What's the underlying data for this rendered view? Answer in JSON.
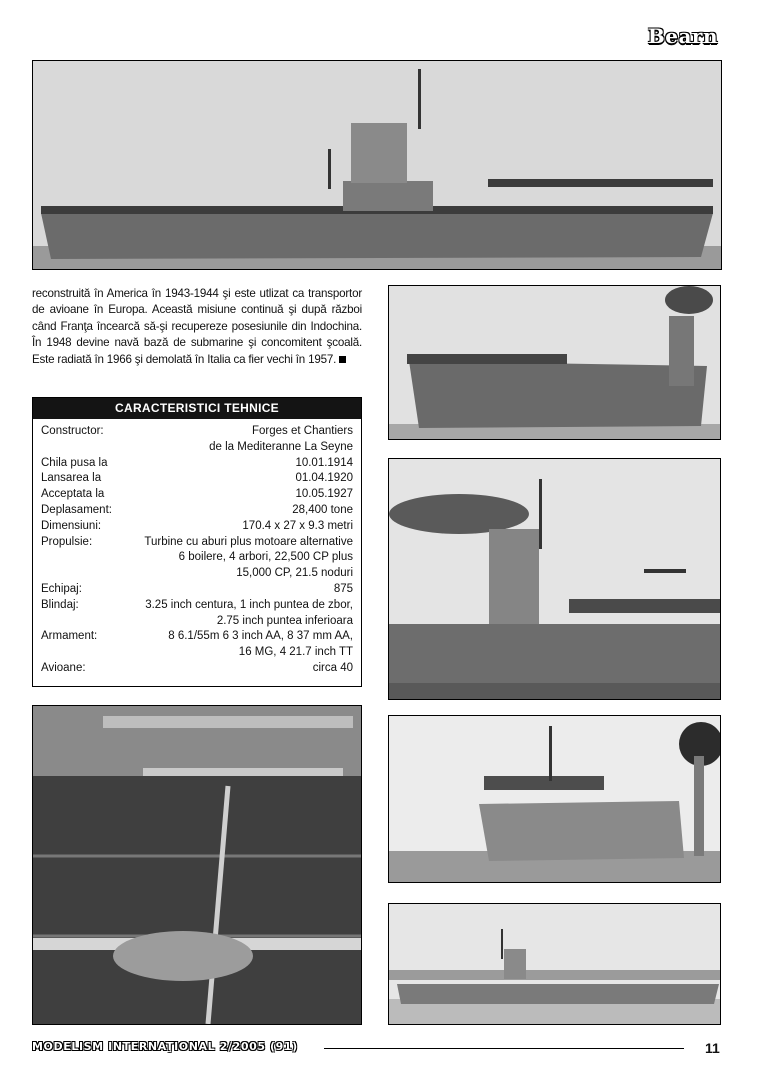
{
  "header": {
    "brand": "Bearn"
  },
  "article": {
    "intro": "reconstruită în America în 1943-1944 şi este utlizat ca transportor de avioane în Europa. Această misiune continuă şi după război când Franţa încearcă să-şi recupereze posesiunile din Indochina. În 1948 devine navă bază de submarine şi concomitent şcoală. Este radiată în 1966 şi demolată în Italia ca fier vechi în 1957."
  },
  "specs": {
    "title": "CARACTERISTICI TEHNICE",
    "rows": [
      {
        "label": "Constructor:",
        "value": "Forges et Chantiers\nde la Mediteranne La Seyne"
      },
      {
        "label": "Chila pusa la",
        "value": "10.01.1914"
      },
      {
        "label": "Lansarea la",
        "value": "01.04.1920"
      },
      {
        "label": "Acceptata la",
        "value": "10.05.1927"
      },
      {
        "label": "Deplasament:",
        "value": "28,400 tone"
      },
      {
        "label": "Dimensiuni:",
        "value": "170.4 x 27 x 9.3 metri"
      },
      {
        "label": "Propulsie:",
        "value": "Turbine cu aburi plus motoare alternative\n6 boilere, 4 arbori, 22,500 CP plus\n15,000 CP, 21.5 noduri"
      },
      {
        "label": "Echipaj:",
        "value": "875"
      },
      {
        "label": "Blindaj:",
        "value": "3.25 inch centura, 1 inch puntea de zbor,\n2.75 inch puntea inferioara"
      },
      {
        "label": "Armament:",
        "value": "8 6.1/55m 6 3 inch AA, 8 37 mm AA,\n16 MG, 4 21.7 inch TT"
      },
      {
        "label": "Avioane:",
        "value": "circa 40"
      }
    ]
  },
  "footer": {
    "publication": "MODELISM INTERNAŢIONAL 2/2005 (91)",
    "page_number": "11"
  }
}
